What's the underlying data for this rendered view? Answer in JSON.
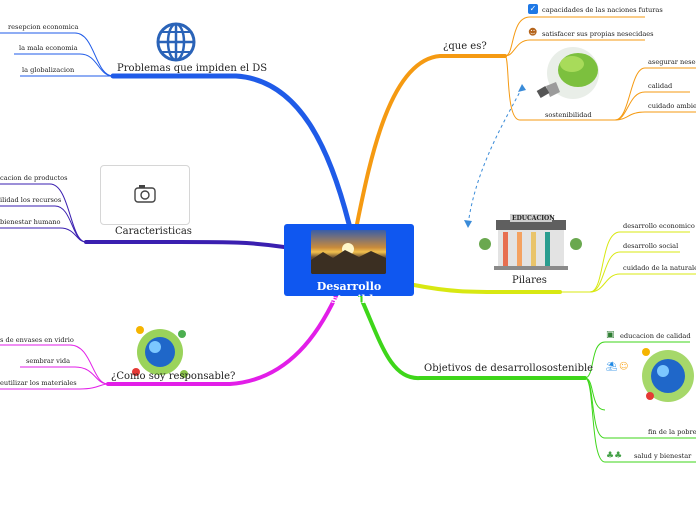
{
  "central": {
    "title": "Desarrollo sostenible"
  },
  "branches": {
    "problemas": {
      "title": "Problemas que impiden el DS",
      "items": [
        "resepcion economica",
        "la mala economia",
        "la globalizacion"
      ]
    },
    "caracteristicas": {
      "title": "Caracteristicas",
      "items": [
        "cacion de productos",
        "ilidad los recursos",
        "bienestar humano"
      ]
    },
    "responsable": {
      "title": "¿Como soy responsable?",
      "items": [
        "s de envases en vidrio",
        "sembrar vida",
        "eutilizar los materiales"
      ]
    },
    "que_es": {
      "title": "¿que es?",
      "items": [
        "capacidades de las naciones futuras",
        "satisfacer sus propias nesecidaes"
      ],
      "sostenibilidad": {
        "title": "sostenibilidad",
        "items": [
          "asegurar nesecida",
          "calidad",
          "cuidado ambienta"
        ]
      }
    },
    "pilares": {
      "title": "Pilares",
      "image_text": "EDUCACION",
      "items": [
        "desarrollo economico",
        "desarrollo social",
        "cuidado de la naturaleza"
      ]
    },
    "objetivos": {
      "title": "Objetivos de desarrollosostenible",
      "items": [
        "educacion de calidad",
        "fin de la pobreza",
        "salud y bienestar"
      ]
    }
  },
  "colors": {
    "central": "#0f57f0",
    "problemas": "#1f5be8",
    "caracteristicas": "#3a1fb0",
    "responsable": "#e21ee8",
    "que_es": "#f59a12",
    "pilares": "#d8e812",
    "objetivos": "#3ed61a",
    "relationship": "#3a8bd8"
  },
  "icons": [
    "globe-icon",
    "camera-icon",
    "checkbox-icon",
    "person-icon",
    "lightbulb-icon",
    "building-icon",
    "earth-collage-icon",
    "teacher-icon",
    "beach-icon",
    "smile-icon",
    "trees-icon"
  ]
}
